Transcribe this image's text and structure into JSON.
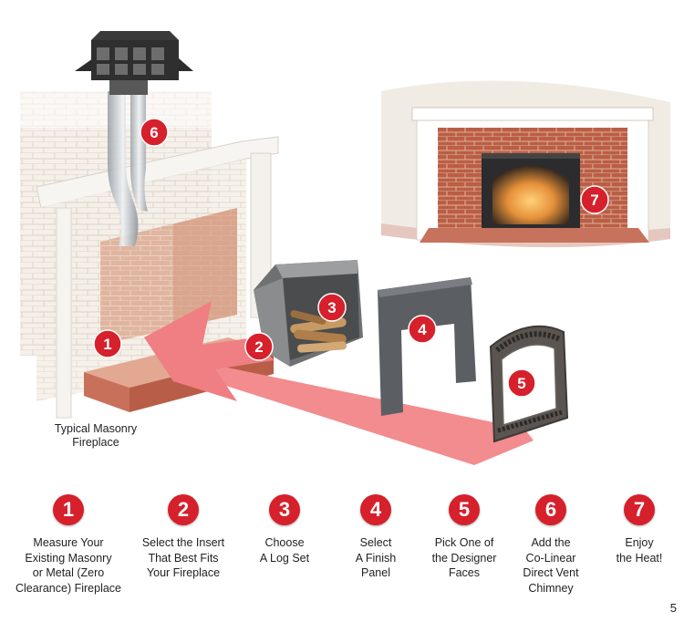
{
  "diagram": {
    "masonry_label": "Typical Masonry\nFireplace",
    "callouts": [
      "1",
      "2",
      "3",
      "4",
      "5",
      "6",
      "7"
    ]
  },
  "steps": [
    {
      "num": "1",
      "label": "Measure Your\nExisting Masonry\nor Metal (Zero\nClearance) Fireplace"
    },
    {
      "num": "2",
      "label": "Select the Insert\nThat Best Fits\nYour Fireplace"
    },
    {
      "num": "3",
      "label": "Choose\nA Log Set"
    },
    {
      "num": "4",
      "label": "Select\nA Finish\nPanel"
    },
    {
      "num": "5",
      "label": "Pick One of\nthe Designer\nFaces"
    },
    {
      "num": "6",
      "label": "Add the\nCo-Linear\nDirect Vent\nChimney"
    },
    {
      "num": "7",
      "label": "Enjoy\nthe Heat!"
    }
  ],
  "page_number": "5",
  "colors": {
    "accent_red": "#d6202c",
    "arrow": "#f08a8c",
    "brick": "#c26a50",
    "hearth": "#c9705a"
  }
}
